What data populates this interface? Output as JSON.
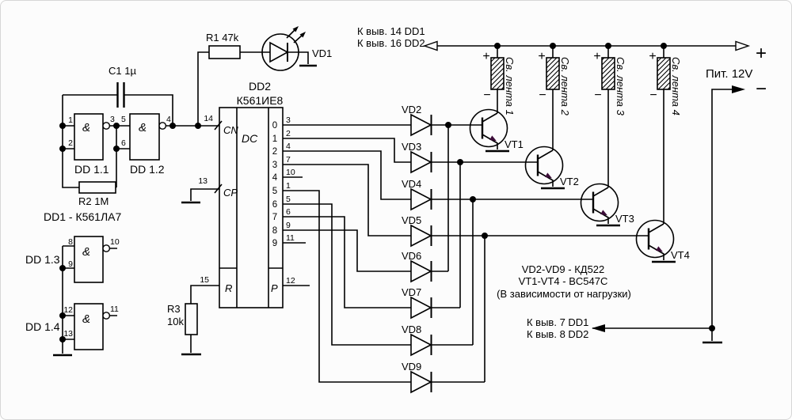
{
  "colors": {
    "ink": "#000000",
    "background": "#fcfcfc",
    "emitter_arrow": "#3c0c38"
  },
  "oscillator": {
    "c1_label": "C1 1µ",
    "r1_label": "R1 47k",
    "r2_label": "R2 1M",
    "vd1_label": "VD1",
    "dd1_note": "DD1 - К561ЛА7",
    "gates": [
      {
        "label": "DD 1.1",
        "amp": "&",
        "in1": "1",
        "in2": "2",
        "out": "3"
      },
      {
        "label": "DD 1.2",
        "amp": "&",
        "in1": "5",
        "in2": "6",
        "out": "4"
      },
      {
        "label": "DD 1.3",
        "amp": "&",
        "in1": "8",
        "in2": "9",
        "out": "10"
      },
      {
        "label": "DD 1.4",
        "amp": "&",
        "in1": "12",
        "in2": "13",
        "out": "11"
      }
    ]
  },
  "counter": {
    "ref": "DD2",
    "part": "К561ИЕ8",
    "func_label": "DC",
    "cn_label": "CN",
    "cn_pin": "14",
    "cp_label": "CP",
    "cp_pin": "13",
    "reset_label": "R",
    "reset_pin": "15",
    "carry_label": "P",
    "carry_pin": "12",
    "outputs": [
      {
        "q": "0",
        "pin": "3"
      },
      {
        "q": "1",
        "pin": "2"
      },
      {
        "q": "2",
        "pin": "4"
      },
      {
        "q": "3",
        "pin": "7"
      },
      {
        "q": "4",
        "pin": "10"
      },
      {
        "q": "5",
        "pin": "1"
      },
      {
        "q": "6",
        "pin": "5"
      },
      {
        "q": "7",
        "pin": "6"
      },
      {
        "q": "8",
        "pin": "9"
      },
      {
        "q": "9",
        "pin": "11"
      }
    ],
    "r3_label": "R3",
    "r3_value": "10k"
  },
  "diodes": [
    {
      "ref": "VD2"
    },
    {
      "ref": "VD3"
    },
    {
      "ref": "VD4"
    },
    {
      "ref": "VD5"
    },
    {
      "ref": "VD6"
    },
    {
      "ref": "VD7"
    },
    {
      "ref": "VD8"
    },
    {
      "ref": "VD9"
    }
  ],
  "transistors": [
    {
      "ref": "VT1"
    },
    {
      "ref": "VT2"
    },
    {
      "ref": "VT3"
    },
    {
      "ref": "VT4"
    }
  ],
  "strips": [
    {
      "label": "Св. лента 1"
    },
    {
      "label": "Св. лента 2"
    },
    {
      "label": "Св. лента 3"
    },
    {
      "label": "Св. лента 4"
    }
  ],
  "power": {
    "label": "Пит. 12V"
  },
  "symbols": {
    "plus": "+",
    "minus": "−"
  },
  "links": {
    "top_line1": "К выв. 14 DD1",
    "top_line2": "К выв. 16 DD2",
    "bottom_line1": "К выв. 7 DD1",
    "bottom_line2": "К выв. 8 DD2"
  },
  "notes": {
    "line1": "VD2-VD9 - КД522",
    "line2": "VT1-VT4 - BC547C",
    "line3": "(В зависимости от нагрузки)"
  }
}
